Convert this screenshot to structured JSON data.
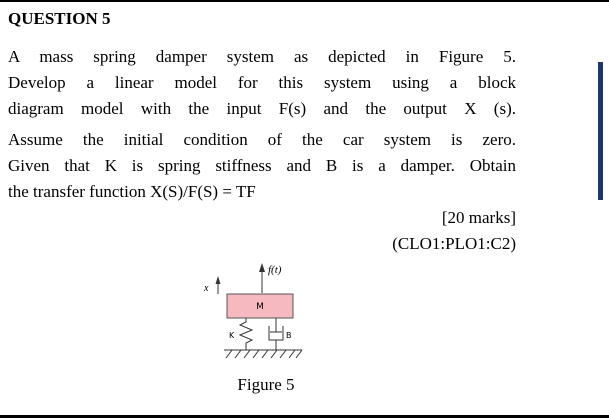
{
  "doc": {
    "title": "QUESTION 5",
    "para1_lines": [
      "A mass spring damper system as depicted in Figure 5.",
      "Develop a linear model for this system using a block",
      "diagram model with the input F(s) and the output X (s)."
    ],
    "para2_lines": [
      "Assume the initial condition of the car system is zero.",
      "Given that K is spring stiffness and B is a damper. Obtain",
      "the transfer function X(S)/F(S) = TF"
    ],
    "marks": "[20 marks]",
    "clo": "(CLO1:PLO1:C2)",
    "figure": {
      "force_label": "f(t)",
      "displacement_label": "x",
      "mass_label": "M",
      "spring_label": "K",
      "damper_label": "B",
      "caption": "Figure 5"
    },
    "colors": {
      "mass_fill": "#f7b9c0",
      "accent_bar": "#20356b",
      "rule": "#000000"
    }
  }
}
